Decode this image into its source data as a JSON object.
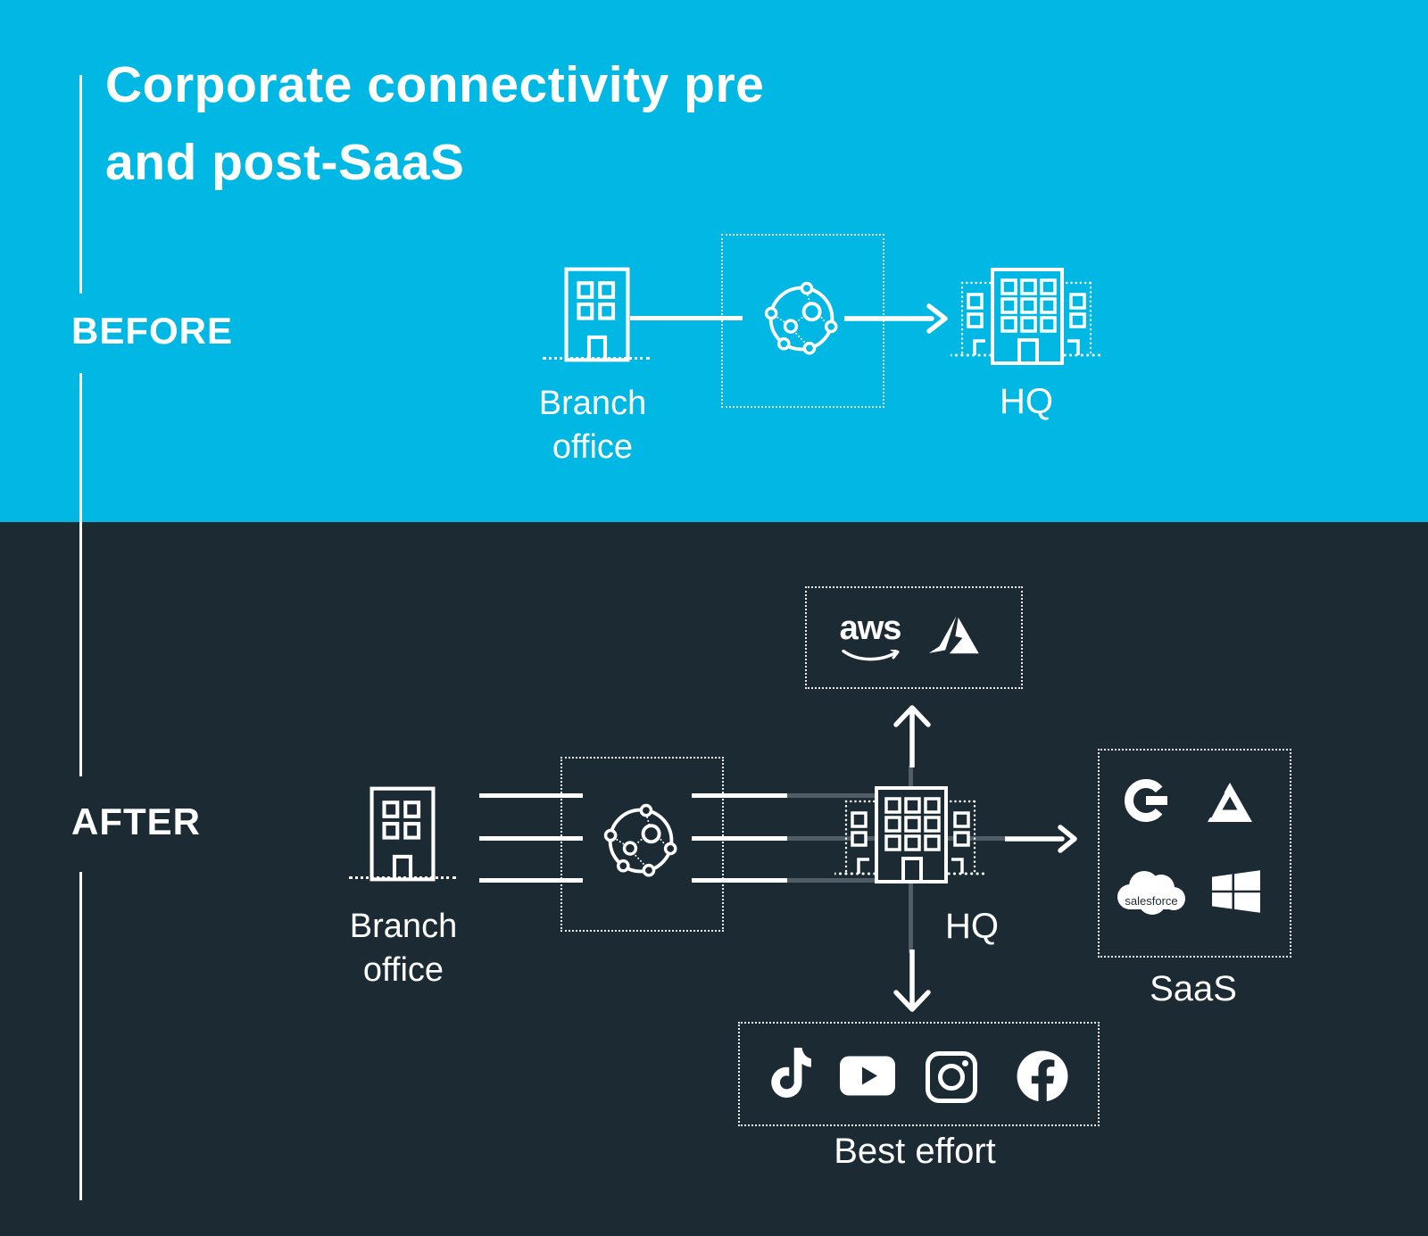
{
  "colors": {
    "before_background": "#00b8e3",
    "after_background": "#1c2b33",
    "foreground": "#ffffff",
    "dim_line": "#515d66"
  },
  "title": {
    "line1": "Corporate connectivity pre",
    "line2": "and post-SaaS"
  },
  "before": {
    "label": "BEFORE",
    "branch_office": {
      "line1": "Branch",
      "line2": "office"
    },
    "hq_label": "HQ",
    "icons": [
      "branch-office-building-icon",
      "network-cloud-icon",
      "hq-building-icon",
      "arrow-right-icon"
    ]
  },
  "after": {
    "label": "AFTER",
    "branch_office": {
      "line1": "Branch",
      "line2": "office"
    },
    "hq_label": "HQ",
    "cloud_box": {
      "aws_text": "aws",
      "icons": [
        "aws-logo",
        "azure-logo"
      ]
    },
    "saas_box": {
      "label": "SaaS",
      "salesforce_text": "salesforce",
      "icons": [
        "google-logo",
        "google-drive-logo",
        "salesforce-logo",
        "windows-logo"
      ]
    },
    "best_effort_box": {
      "label": "Best effort",
      "icons": [
        "tiktok-logo",
        "youtube-logo",
        "instagram-logo",
        "facebook-logo"
      ]
    }
  }
}
